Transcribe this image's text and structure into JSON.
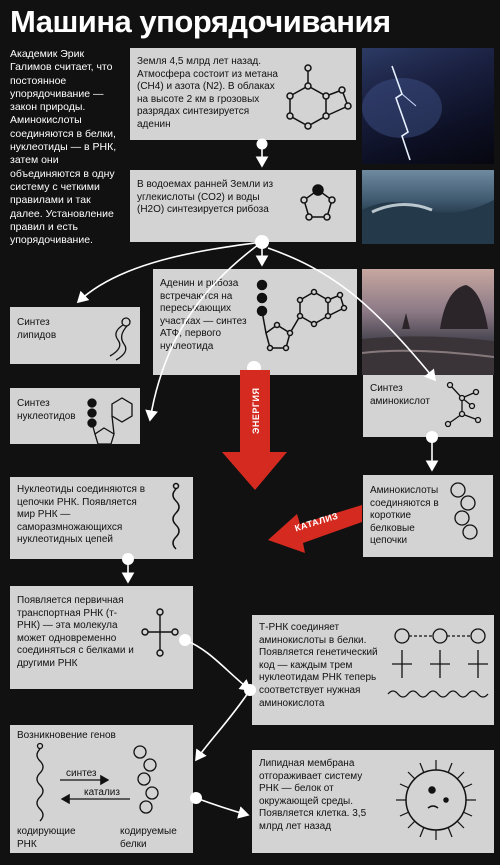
{
  "title": "Машина упорядочивания",
  "intro": "Академик Эрик Галимов считает, что постоянное упорядочивание — закон природы. Аминокислоты соединяются в белки, нуклеотиды — в РНК, затем они объединяются в одну систему с четкими правилами и так далее. Установление правил и есть упорядочивание.",
  "steps": {
    "adenine": "Земля 4,5 млрд лет назад. Атмосфера состоит из метана (CH4) и азота (N2). В облаках на высоте 2 км в грозовых разрядах синтезируется аденин",
    "ribose": "В водоемах ранней Земли из углекислоты (CO2) и воды (H2O) синтезируется рибоза",
    "atp": "Аденин и рибоза встречаются на пересыхающих участках — синтез АТФ, первого нуклеотида",
    "lipids": "Синтез липидов",
    "nucleotides": "Синтез нуклеотидов",
    "aminoacids": "Синтез аминокислот",
    "rna_world": "Нуклеотиды соединяются в цепочки РНК. Появляется мир РНК — саморазмножающихся нуклеотидных цепей",
    "peptides": "Аминокислоты соединяются в короткие белковые цепочки",
    "trna": "Появляется первичная транспортная РНК (т-РНК) — эта молекула может одновременно соединяться с белками и другими РНК",
    "code": "Т-РНК соединяет аминокислоты в белки. Появляется генетический код — каждым трем нуклеотидам РНК теперь соответствует нужная аминокислота",
    "genes_title": "Возникновение генов",
    "synthesis": "синтез",
    "catalysis_small": "катализ",
    "coding_rna": "кодирующие РНК",
    "coded_proteins": "кодируемые белки",
    "cell": "Липидная мембрана отгораживает систему РНК — белок от окружающей среды. Появляется клетка. 3,5 млрд лет назад"
  },
  "arrows": {
    "energy": "ЭНЕРГИЯ",
    "catalysis": "КАТАЛИЗ"
  },
  "colors": {
    "background": "#111111",
    "box": "#d3d3d3",
    "accent_red": "#d42a20"
  }
}
